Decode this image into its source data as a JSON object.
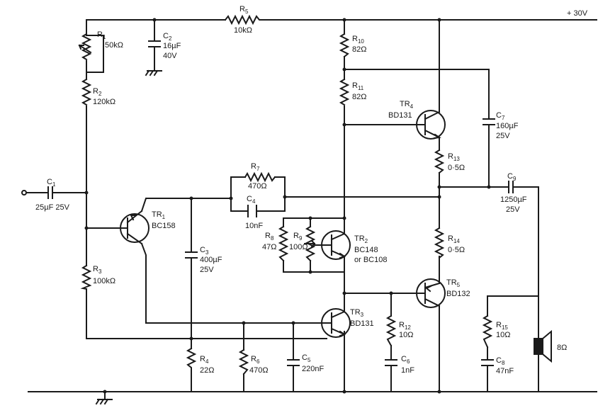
{
  "supply": "+ 30V",
  "components": {
    "R1": {
      "ref": "R",
      "sub": "1",
      "value": "50kΩ"
    },
    "R2": {
      "ref": "R",
      "sub": "2",
      "value": "120kΩ"
    },
    "R3": {
      "ref": "R",
      "sub": "3",
      "value": "100kΩ"
    },
    "R4": {
      "ref": "R",
      "sub": "4",
      "value": "22Ω"
    },
    "R5": {
      "ref": "R",
      "sub": "5",
      "value": "10kΩ"
    },
    "R6": {
      "ref": "R",
      "sub": "6",
      "value": "470Ω"
    },
    "R7": {
      "ref": "R",
      "sub": "7",
      "value": "470Ω"
    },
    "R8": {
      "ref": "R",
      "sub": "8",
      "value": "47Ω"
    },
    "R9": {
      "ref": "R",
      "sub": "9",
      "value": "100Ω"
    },
    "R10": {
      "ref": "R",
      "sub": "10",
      "value": "82Ω"
    },
    "R11": {
      "ref": "R",
      "sub": "11",
      "value": "82Ω"
    },
    "R12": {
      "ref": "R",
      "sub": "12",
      "value": "10Ω"
    },
    "R13": {
      "ref": "R",
      "sub": "13",
      "value": "0·5Ω"
    },
    "R14": {
      "ref": "R",
      "sub": "14",
      "value": "0·5Ω"
    },
    "R15": {
      "ref": "R",
      "sub": "15",
      "value": "10Ω"
    },
    "C1": {
      "ref": "C",
      "sub": "1",
      "value": "25µF  25V"
    },
    "C2": {
      "ref": "C",
      "sub": "2",
      "value": "16µF",
      "value2": "40V"
    },
    "C3": {
      "ref": "C",
      "sub": "3",
      "value": "400µF",
      "value2": "25V"
    },
    "C4": {
      "ref": "C",
      "sub": "4",
      "value": "10nF"
    },
    "C5": {
      "ref": "C",
      "sub": "5",
      "value": "220nF"
    },
    "C6": {
      "ref": "C",
      "sub": "6",
      "value": "1nF"
    },
    "C7": {
      "ref": "C",
      "sub": "7",
      "value": "160µF",
      "value2": "25V"
    },
    "C8": {
      "ref": "C",
      "sub": "8",
      "value": "47nF"
    },
    "C9": {
      "ref": "C",
      "sub": "9",
      "value": "1250µF",
      "value2": "25V"
    },
    "TR1": {
      "ref": "TR",
      "sub": "1",
      "type": "BC158"
    },
    "TR2": {
      "ref": "TR",
      "sub": "2",
      "type": "BC148",
      "alt": "or BC108"
    },
    "TR3": {
      "ref": "TR",
      "sub": "3",
      "type": "BD131"
    },
    "TR4": {
      "ref": "TR",
      "sub": "4",
      "type": "BD131"
    },
    "TR5": {
      "ref": "TR",
      "sub": "5",
      "type": "BD132"
    },
    "SPK": {
      "value": "8Ω"
    }
  }
}
